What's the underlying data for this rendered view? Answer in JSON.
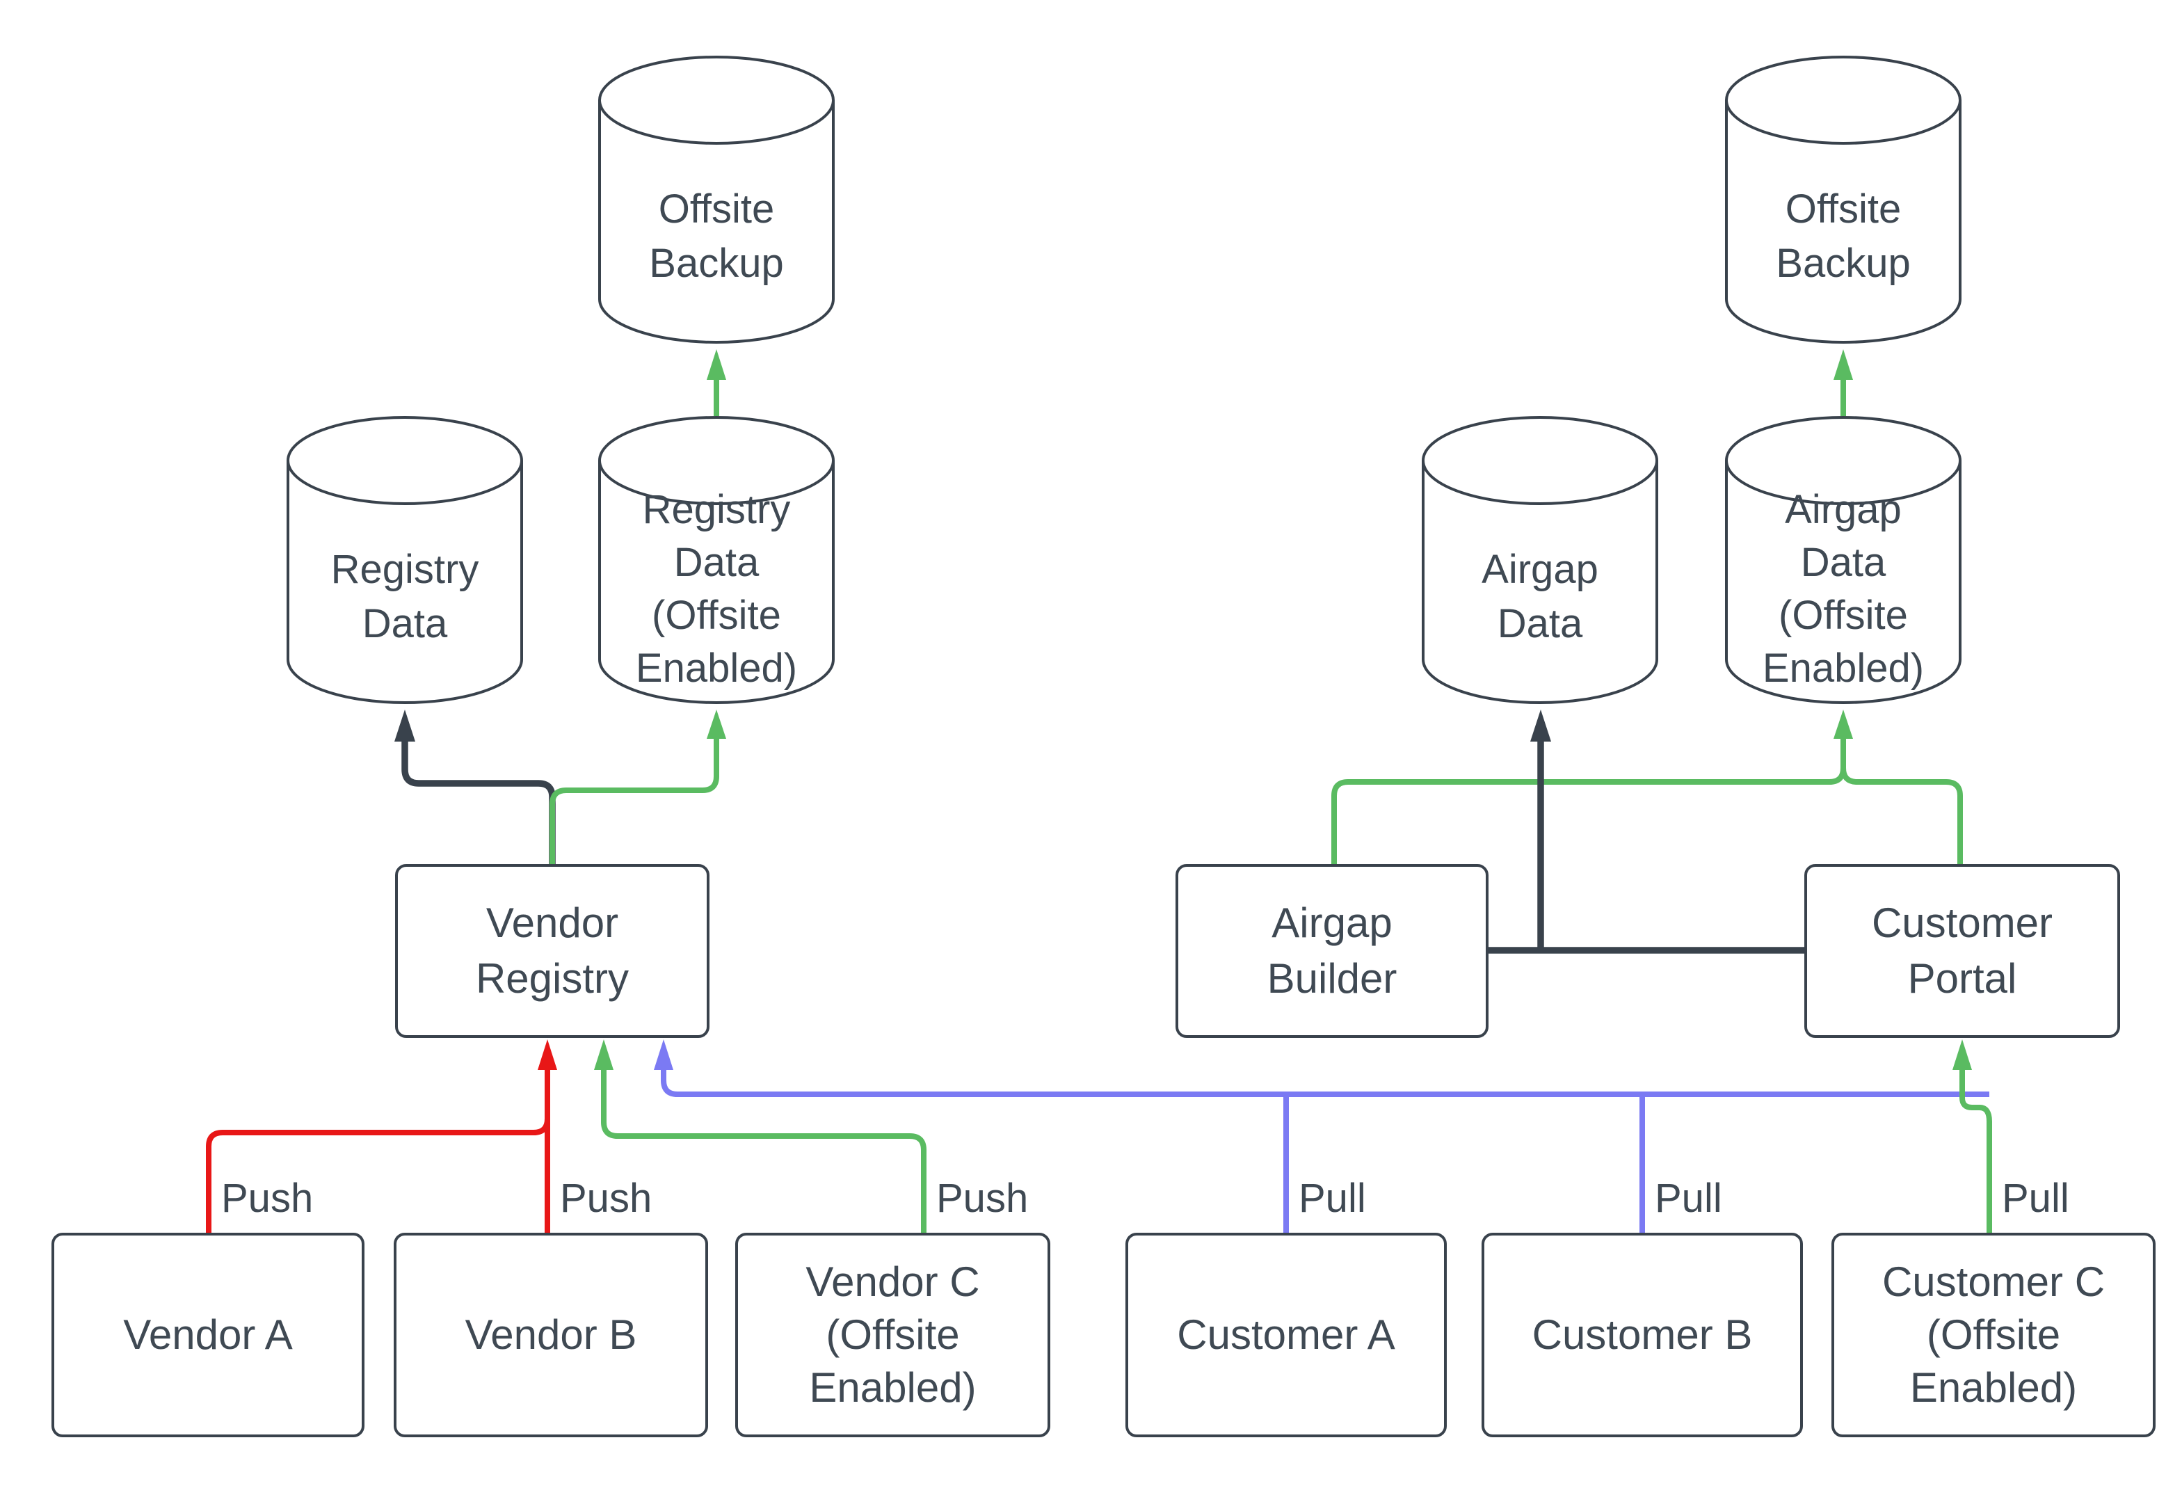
{
  "diagram": {
    "colors": {
      "dark": "#39424c",
      "red": "#e81717",
      "green": "#5abb61",
      "blue": "#7b7af3",
      "text": "#3f4953"
    },
    "nodes": {
      "offsite_backup_left": "Offsite\nBackup",
      "registry_data": "Registry\nData",
      "registry_data_offsite": "Registry\nData\n(Offsite\nEnabled)",
      "vendor_registry": "Vendor\nRegistry",
      "vendor_a": "Vendor A",
      "vendor_b": "Vendor B",
      "vendor_c": "Vendor C\n(Offsite\nEnabled)",
      "airgap_data": "Airgap\nData",
      "airgap_data_offsite": "Airgap\nData\n(Offsite\nEnabled)",
      "offsite_backup_right": "Offsite\nBackup",
      "airgap_builder": "Airgap\nBuilder",
      "customer_portal": "Customer\nPortal",
      "customer_a": "Customer A",
      "customer_b": "Customer B",
      "customer_c": "Customer C\n(Offsite\nEnabled)"
    },
    "edge_labels": {
      "push_a": "Push",
      "push_b": "Push",
      "push_c": "Push",
      "pull_a": "Pull",
      "pull_b": "Pull",
      "pull_c": "Pull"
    },
    "edges": [
      {
        "from": "Vendor Registry",
        "to": "Registry Data",
        "color": "dark"
      },
      {
        "from": "Vendor Registry",
        "to": "Registry Data (Offsite Enabled)",
        "color": "green"
      },
      {
        "from": "Registry Data (Offsite Enabled)",
        "to": "Offsite Backup",
        "color": "green"
      },
      {
        "from": "Vendor A",
        "to": "Vendor Registry",
        "color": "red",
        "label": "Push"
      },
      {
        "from": "Vendor B",
        "to": "Vendor Registry",
        "color": "red",
        "label": "Push"
      },
      {
        "from": "Vendor C (Offsite Enabled)",
        "to": "Vendor Registry",
        "color": "green",
        "label": "Push"
      },
      {
        "from": "Customer A",
        "to": "Vendor Registry",
        "color": "blue",
        "label": "Pull"
      },
      {
        "from": "Customer B",
        "to": "Vendor Registry",
        "color": "blue",
        "label": "Pull"
      },
      {
        "from": "Customer C (Offsite Enabled)",
        "to": "Customer Portal",
        "color": "green",
        "label": "Pull"
      },
      {
        "from": "Airgap Builder",
        "to": "Airgap Data",
        "color": "dark"
      },
      {
        "from": "Customer Portal",
        "to": "Airgap Data",
        "color": "dark"
      },
      {
        "from": "Airgap Builder",
        "to": "Airgap Data (Offsite Enabled)",
        "color": "green"
      },
      {
        "from": "Customer Portal",
        "to": "Airgap Data (Offsite Enabled)",
        "color": "green"
      },
      {
        "from": "Airgap Data (Offsite Enabled)",
        "to": "Offsite Backup",
        "color": "green"
      }
    ]
  }
}
